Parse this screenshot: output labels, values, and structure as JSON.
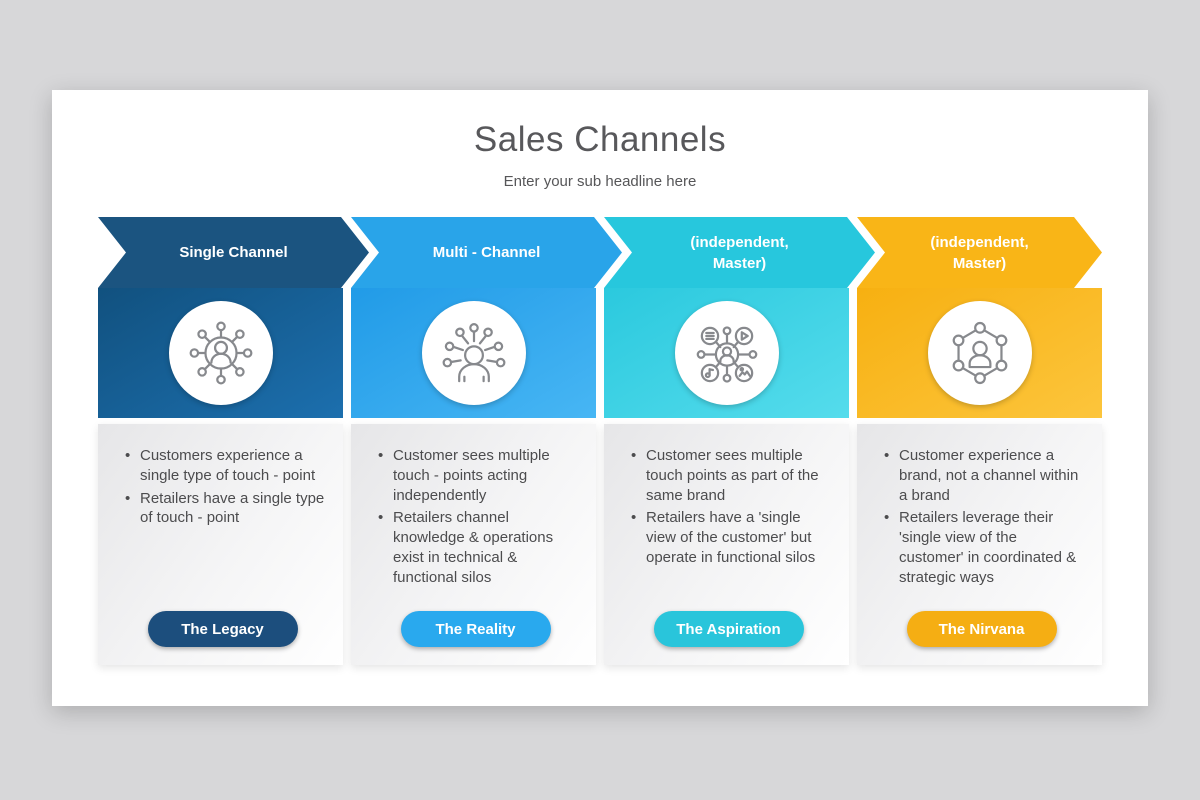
{
  "page": {
    "background_color": "#d7d7d9"
  },
  "slide": {
    "title": "Sales Channels",
    "subtitle": "Enter your sub headline here"
  },
  "columns": [
    {
      "header": "Single Channel",
      "icon": "user-hub-network-icon",
      "bullets": [
        "Customers experience a single type of touch - point",
        "Retailers have a single type of touch - point"
      ],
      "button": "The Legacy",
      "colors": {
        "header": "#1b5480",
        "body1": "#11517f",
        "body2": "#1c6fae",
        "button": "#1c4e7d"
      }
    },
    {
      "header": "Multi - Channel",
      "icon": "user-radiating-channels-icon",
      "bullets": [
        "Customer sees multiple touch - points acting independently",
        "Retailers channel knowledge & operations exist in technical & functional silos"
      ],
      "button": "The Reality",
      "colors": {
        "header": "#29a4e9",
        "body1": "#219be7",
        "body2": "#47b6f4",
        "button": "#29a9ee"
      }
    },
    {
      "header": "(independent, Master)",
      "icon": "user-media-channels-icon",
      "bullets": [
        "Customer sees multiple touch points as part of the same brand",
        "Retailers have a 'single view of the customer' but operate in functional silos"
      ],
      "button": "The Aspiration",
      "colors": {
        "header": "#27c7dd",
        "body1": "#2bc9de",
        "body2": "#55dcec",
        "button": "#29c5db"
      }
    },
    {
      "header": "(independent, Master)",
      "icon": "user-hexagon-network-icon",
      "bullets": [
        "Customer experience a brand, not a channel within a brand",
        "Retailers leverage their 'single view of the customer' in coordinated & strategic ways"
      ],
      "button": "The Nirvana",
      "colors": {
        "header": "#f9b517",
        "body1": "#f7b011",
        "body2": "#fcc53c",
        "button": "#f5ae13"
      }
    }
  ]
}
